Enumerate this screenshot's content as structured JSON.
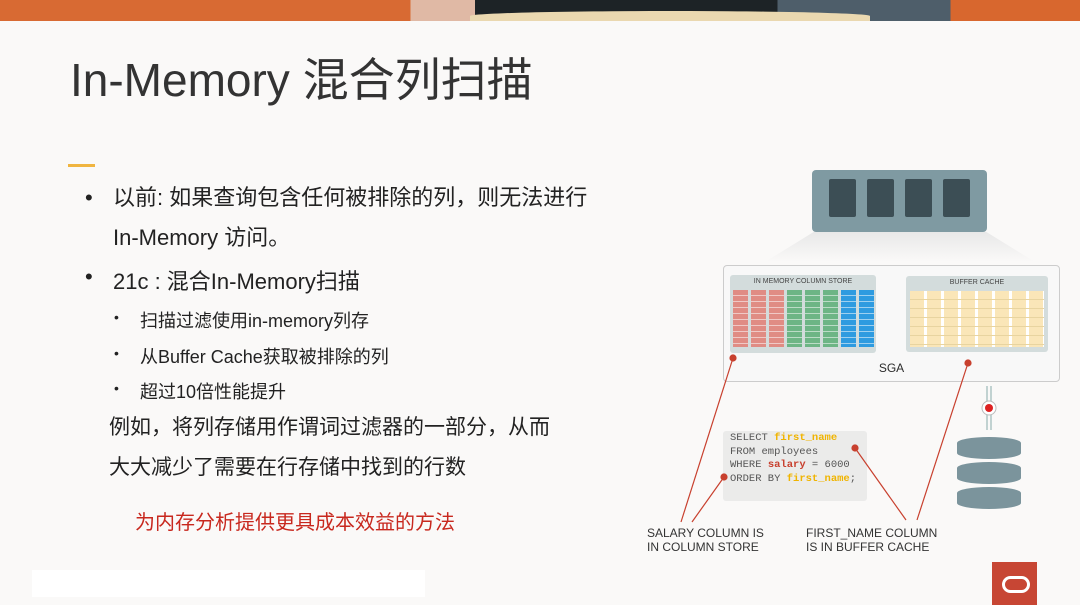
{
  "title": "In-Memory 混合列扫描",
  "bullets": [
    {
      "line1": "以前: 如果查询包含任何被排除的列，则无法进行",
      "line2": "In-Memory 访问。"
    },
    {
      "text": "21c : 混合In-Memory扫描"
    }
  ],
  "sub_bullets": [
    "扫描过滤使用in-memory列存",
    "从Buffer Cache获取被排除的列",
    "超过10倍性能提升"
  ],
  "example": {
    "line1": "例如，将列存储用作谓词过滤器的一部分，从而",
    "line2": "大大减少了需要在行存储中找到的行数"
  },
  "highlight": "为内存分析提供更具成本效益的方法",
  "diagram": {
    "ims_label": "IN MEMORY COLUMN STORE",
    "bc_label": "BUFFER CACHE",
    "sga_label": "SGA",
    "sql": {
      "select": "SELECT ",
      "first_name": "first_name",
      "from": "FROM employees",
      "where": "WHERE ",
      "salary": "salary",
      "eq": " = 6000",
      "order": "ORDER BY ",
      "semi": ";"
    },
    "caption_left": {
      "l1": "SALARY COLUMN IS",
      "l2": "IN COLUMN STORE"
    },
    "caption_right": {
      "l1": "FIRST_NAME COLUMN",
      "l2": "IS IN BUFFER CACHE"
    }
  }
}
